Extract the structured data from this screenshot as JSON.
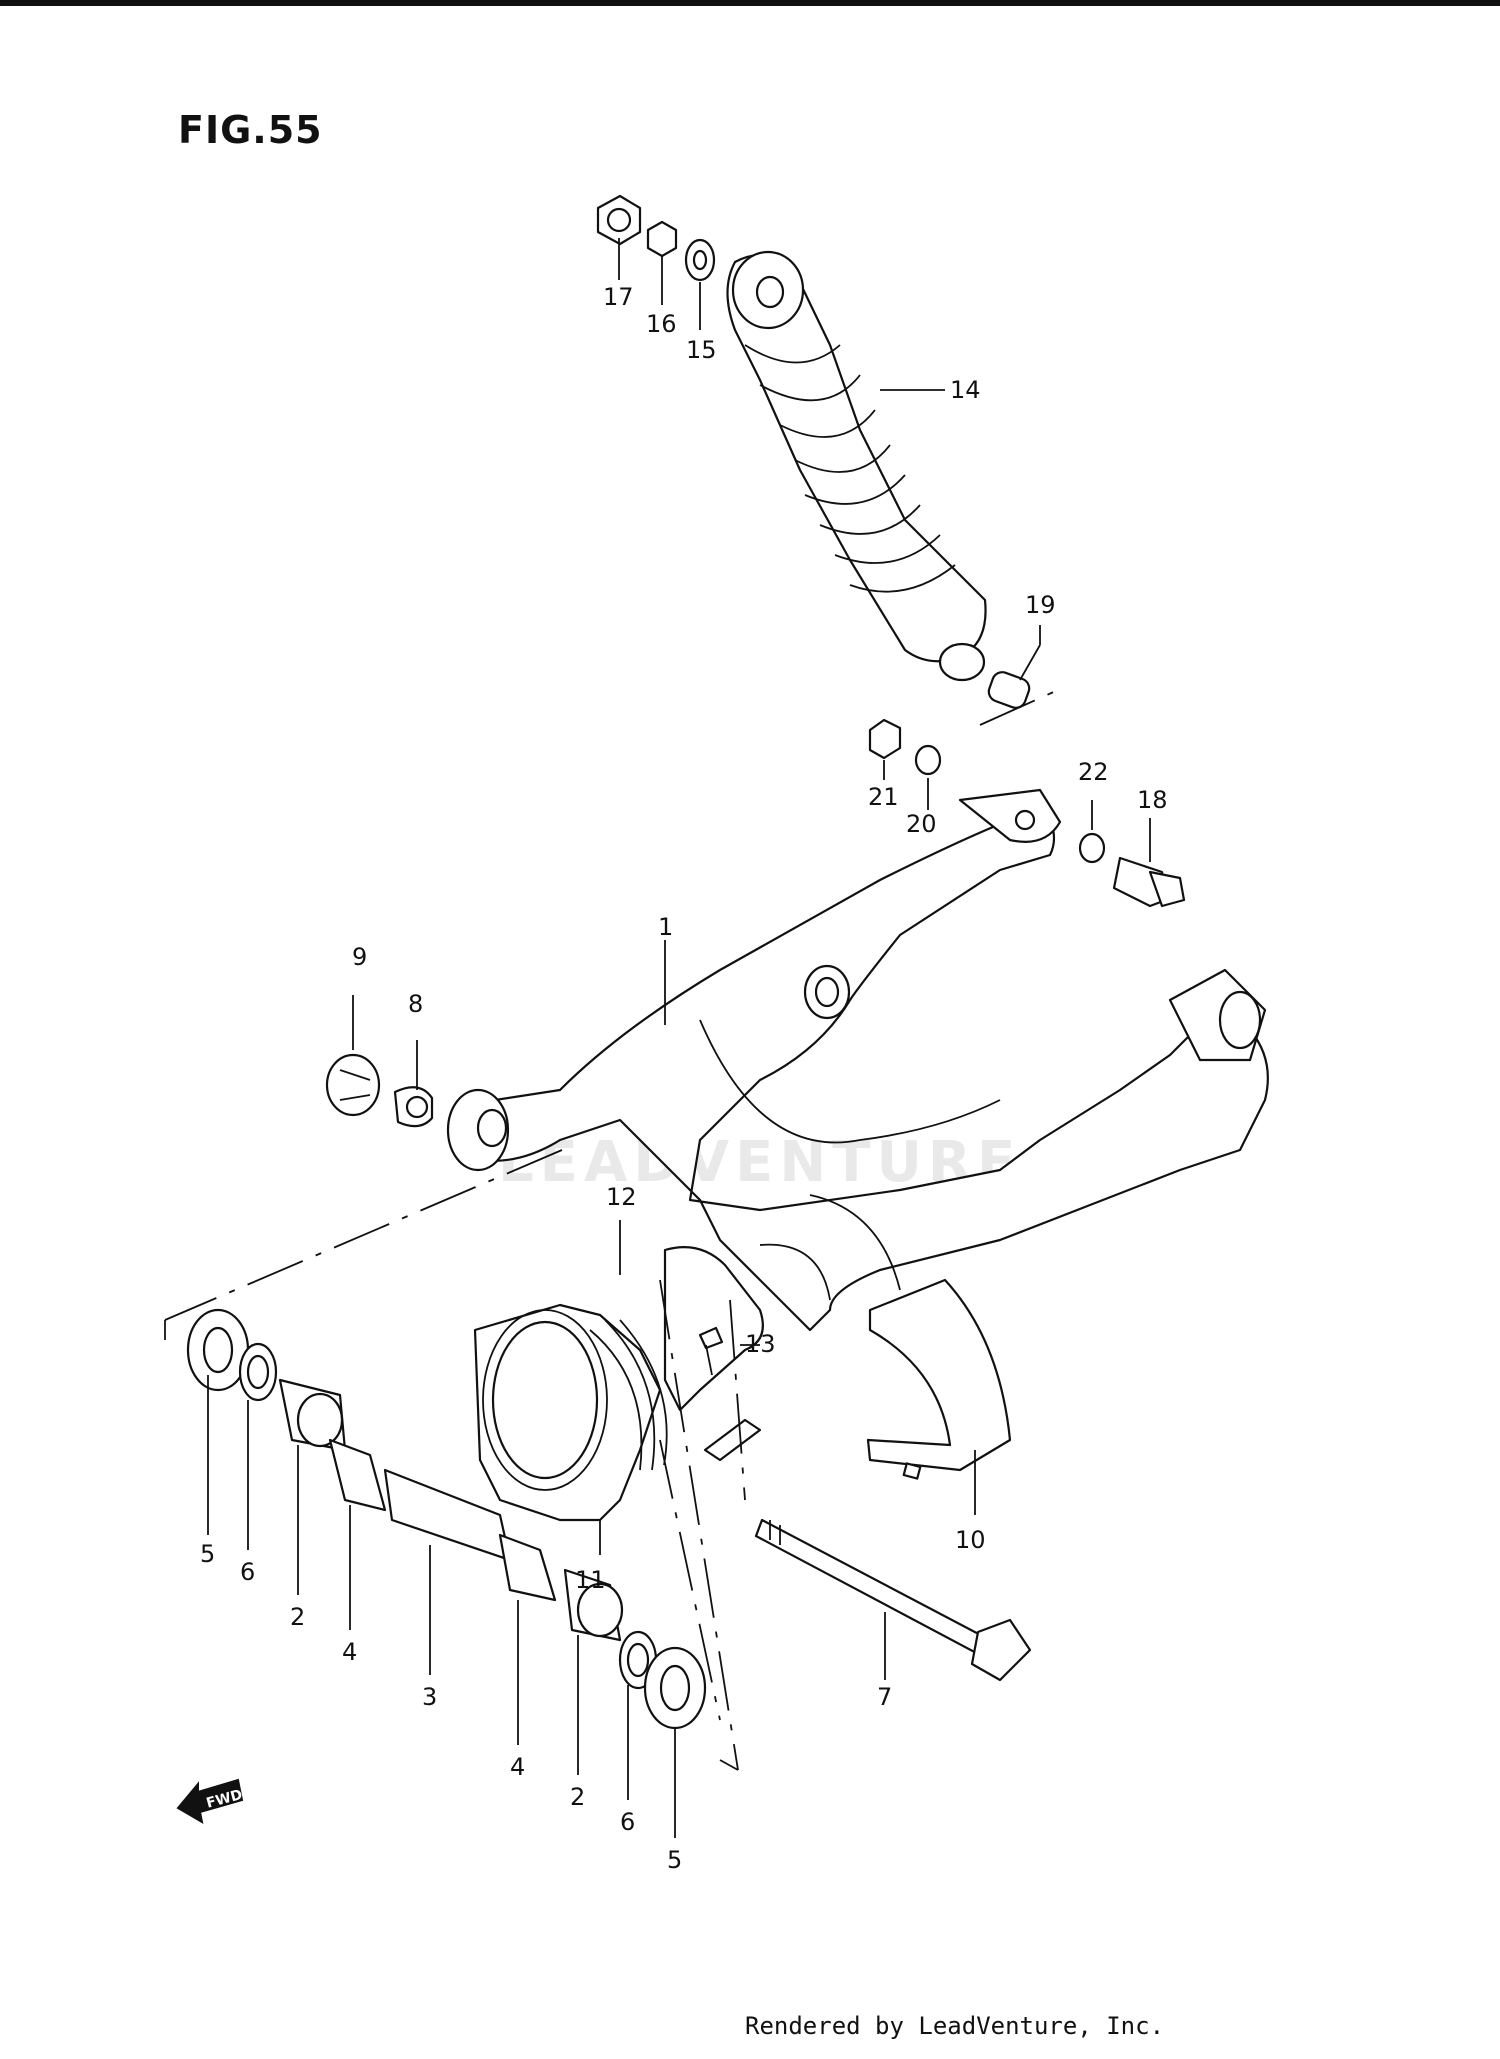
{
  "figure": {
    "title": "FIG.55"
  },
  "watermark": "LEADVENTURE",
  "footer": {
    "text": "Rendered by LeadVenture, Inc."
  },
  "direction_marker": {
    "label": "FWD"
  },
  "callouts": [
    {
      "id": "callout-17",
      "label": "17"
    },
    {
      "id": "callout-16",
      "label": "16"
    },
    {
      "id": "callout-15",
      "label": "15"
    },
    {
      "id": "callout-14",
      "label": "14"
    },
    {
      "id": "callout-19",
      "label": "19"
    },
    {
      "id": "callout-21",
      "label": "21"
    },
    {
      "id": "callout-20",
      "label": "20"
    },
    {
      "id": "callout-22",
      "label": "22"
    },
    {
      "id": "callout-18",
      "label": "18"
    },
    {
      "id": "callout-1",
      "label": "1"
    },
    {
      "id": "callout-9",
      "label": "9"
    },
    {
      "id": "callout-8",
      "label": "8"
    },
    {
      "id": "callout-12",
      "label": "12"
    },
    {
      "id": "callout-13",
      "label": "13"
    },
    {
      "id": "callout-10",
      "label": "10"
    },
    {
      "id": "callout-11",
      "label": "11"
    },
    {
      "id": "callout-5a",
      "label": "5"
    },
    {
      "id": "callout-6a",
      "label": "6"
    },
    {
      "id": "callout-2a",
      "label": "2"
    },
    {
      "id": "callout-4a",
      "label": "4"
    },
    {
      "id": "callout-3",
      "label": "3"
    },
    {
      "id": "callout-4b",
      "label": "4"
    },
    {
      "id": "callout-2b",
      "label": "2"
    },
    {
      "id": "callout-6b",
      "label": "6"
    },
    {
      "id": "callout-5b",
      "label": "5"
    },
    {
      "id": "callout-7",
      "label": "7"
    }
  ]
}
